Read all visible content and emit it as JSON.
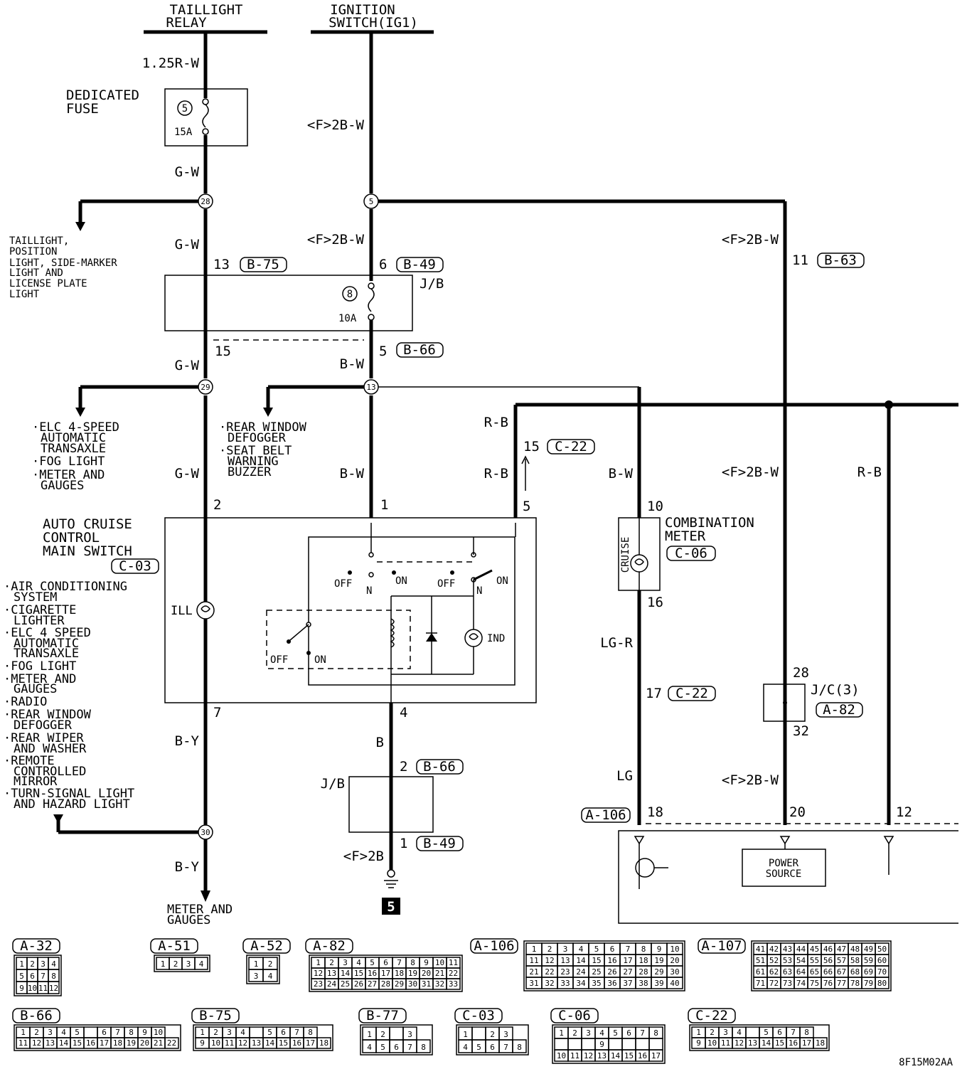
{
  "sources": {
    "taillight_relay": [
      "TAILLIGHT",
      "RELAY"
    ],
    "ignition_switch": [
      "IGNITION",
      "SWITCH(IG1)"
    ]
  },
  "wires": {
    "w1": "1.25R-W",
    "w2": "G-W",
    "w3": "G-W",
    "w4": "G-W",
    "w5": "G-W",
    "w6": "<F>2B-W",
    "w7": "<F>2B-W",
    "w8": "B-W",
    "w9": "B-W",
    "w10": "R-B",
    "w11": "R-B",
    "w12": "<F>2B-W",
    "w13": "<F>2B-W",
    "w14": "B-W",
    "w15": "R-B",
    "w16": "LG-R",
    "w17": "LG",
    "w18": "<F>2B-W",
    "w19": "B-Y",
    "w20": "B-Y",
    "w21": "B",
    "w22": "<F>2B"
  },
  "fuses": {
    "dedicated": {
      "label": [
        "DEDICATED",
        "FUSE"
      ],
      "num": "5",
      "amp": "15A"
    },
    "jb": {
      "num": "8",
      "amp": "10A"
    }
  },
  "junctions": [
    "28",
    "5",
    "29",
    "13",
    "30"
  ],
  "pins": {
    "p13": "13",
    "p6": "6",
    "p11": "11",
    "p15a": "15",
    "p5a": "5",
    "p15b": "15",
    "p2": "2",
    "p1": "1",
    "p5b": "5",
    "p10": "10",
    "p16": "16",
    "p7": "7",
    "p4": "4",
    "p17": "17",
    "p28": "28",
    "p32": "32",
    "p2b": "2",
    "p1b": "1",
    "p18": "18",
    "p20": "20",
    "p12": "12"
  },
  "connectors": {
    "b75": "B-75",
    "b49": "B-49",
    "b63": "B-63",
    "b66": "B-66",
    "c22": "C-22",
    "c06": "C-06",
    "c03": "C-03",
    "a82": "A-82",
    "a106": "A-106",
    "b66b": "B-66",
    "b49b": "B-49",
    "c22b": "C-22"
  },
  "labels": {
    "jb": "J/B",
    "jb2": "J/B",
    "jc": "J/C(3)",
    "main_switch": [
      "AUTO CRUISE",
      "CONTROL",
      "MAIN SWITCH"
    ],
    "combo_meter": [
      "COMBINATION",
      "METER"
    ],
    "cruise": "CRUISE",
    "ill": "ILL",
    "ind": "IND",
    "off1": "OFF",
    "n1": "N",
    "on1": "ON",
    "off2": "OFF",
    "n2": "N",
    "on2": "ON",
    "off3": "OFF",
    "on3": "ON",
    "power_source": [
      "POWER",
      "SOURCE"
    ],
    "ground": "5",
    "code": "8F15M02AA"
  },
  "notes": {
    "taillight": [
      "TAILLIGHT,",
      "POSITION",
      "LIGHT, SIDE-MARKER",
      "LIGHT AND",
      "LICENSE PLATE",
      "LIGHT"
    ],
    "elc": [
      "·ELC 4-SPEED",
      "AUTOMATIC",
      "TRANSAXLE",
      "·FOG LIGHT",
      "·METER AND",
      "GAUGES"
    ],
    "rear": [
      "·REAR WINDOW",
      "DEFOGGER",
      "·SEAT BELT",
      "WARNING",
      "BUZZER"
    ],
    "ill_list": [
      "·AIR CONDITIONING",
      "SYSTEM",
      "·CIGARETTE",
      "LIGHTER",
      "·ELC 4 SPEED",
      "AUTOMATIC",
      "TRANSAXLE",
      "·FOG LIGHT",
      "·METER AND",
      "GAUGES",
      "·RADIO",
      "·REAR WINDOW",
      "DEFOGGER",
      "·REAR WIPER",
      "AND WASHER",
      "·REMOTE",
      "CONTROLLED",
      "MIRROR",
      "·TURN-SIGNAL LIGHT",
      "AND HAZARD LIGHT"
    ],
    "meter": [
      "METER AND",
      "GAUGES"
    ]
  },
  "connector_views": [
    {
      "name": "A-32",
      "rows": [
        [
          "1",
          "2",
          "3",
          "4"
        ],
        [
          "5",
          "6",
          "7",
          "8"
        ],
        [
          "9",
          "10",
          "11",
          "12"
        ]
      ]
    },
    {
      "name": "A-51",
      "rows": [
        [
          "1",
          "2",
          "3",
          "4"
        ]
      ]
    },
    {
      "name": "A-52",
      "rows": [
        [
          "1",
          "2"
        ],
        [
          "3",
          "4"
        ]
      ]
    },
    {
      "name": "A-82",
      "rows": [
        [
          "1",
          "2",
          "3",
          "4",
          "5",
          "6",
          "7",
          "8",
          "9",
          "10",
          "11"
        ],
        [
          "12",
          "13",
          "14",
          "15",
          "16",
          "17",
          "18",
          "19",
          "20",
          "21",
          "22"
        ],
        [
          "23",
          "24",
          "25",
          "26",
          "27",
          "28",
          "29",
          "30",
          "31",
          "32",
          "33"
        ]
      ]
    },
    {
      "name": "A-106",
      "rows": [
        [
          "1",
          "2",
          "3",
          "4",
          "5",
          "6",
          "7",
          "8",
          "9",
          "10"
        ],
        [
          "11",
          "12",
          "13",
          "14",
          "15",
          "16",
          "17",
          "18",
          "19",
          "20"
        ],
        [
          "21",
          "22",
          "23",
          "24",
          "25",
          "26",
          "27",
          "28",
          "29",
          "30"
        ],
        [
          "31",
          "32",
          "33",
          "34",
          "35",
          "36",
          "37",
          "38",
          "39",
          "40"
        ]
      ]
    },
    {
      "name": "A-107",
      "rows": [
        [
          "41",
          "42",
          "43",
          "44",
          "45",
          "46",
          "47",
          "48",
          "49",
          "50"
        ],
        [
          "51",
          "52",
          "53",
          "54",
          "55",
          "56",
          "57",
          "58",
          "59",
          "60"
        ],
        [
          "61",
          "62",
          "63",
          "64",
          "65",
          "66",
          "67",
          "68",
          "69",
          "70"
        ],
        [
          "71",
          "72",
          "73",
          "74",
          "75",
          "76",
          "77",
          "78",
          "79",
          "80"
        ]
      ]
    },
    {
      "name": "B-66",
      "rows": [
        [
          "1",
          "2",
          "3",
          "4",
          "5",
          "",
          "6",
          "7",
          "8",
          "9",
          "10"
        ],
        [
          "11",
          "12",
          "13",
          "14",
          "15",
          "16",
          "17",
          "18",
          "19",
          "20",
          "21",
          "22"
        ]
      ]
    },
    {
      "name": "B-75",
      "rows": [
        [
          "1",
          "2",
          "3",
          "4",
          "",
          "5",
          "6",
          "7",
          "8"
        ],
        [
          "9",
          "10",
          "11",
          "12",
          "13",
          "14",
          "15",
          "16",
          "17",
          "18"
        ]
      ]
    },
    {
      "name": "B-77",
      "rows": [
        [
          "1",
          "2",
          "",
          "3"
        ],
        [
          "4",
          "5",
          "6",
          "7",
          "8"
        ]
      ]
    },
    {
      "name": "C-03",
      "rows": [
        [
          "1",
          "",
          "2",
          "3"
        ],
        [
          "4",
          "5",
          "6",
          "7",
          "8"
        ]
      ]
    },
    {
      "name": "C-06",
      "rows": [
        [
          "1",
          "2",
          "3",
          "4",
          "5",
          "6",
          "7",
          "8"
        ],
        [
          "",
          "",
          "",
          "9",
          "",
          "",
          "",
          ""
        ],
        [
          "10",
          "11",
          "12",
          "13",
          "14",
          "15",
          "16",
          "17"
        ]
      ]
    },
    {
      "name": "C-22",
      "rows": [
        [
          "1",
          "2",
          "3",
          "4",
          "",
          "5",
          "6",
          "7",
          "8"
        ],
        [
          "9",
          "10",
          "11",
          "12",
          "13",
          "14",
          "15",
          "16",
          "17",
          "18"
        ]
      ]
    }
  ]
}
